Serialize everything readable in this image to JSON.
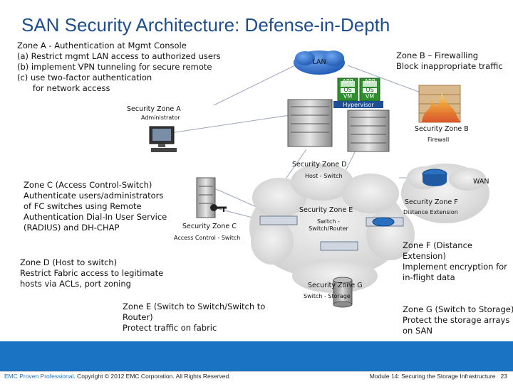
{
  "slide": {
    "title": "SAN Security Architecture: Defense-in-Depth",
    "zone_a_desc": "Zone A - Authentication at Mgmt Console\n(a) Restrict mgmt LAN access to authorized users\n(b) implement VPN tunneling for secure remote\n(c) use two-factor authentication\n      for network access",
    "zone_b_desc": "Zone B – Firewalling\nBlock inappropriate traffic",
    "zone_c_desc": "Zone C (Access Control-Switch)\nAuthenticate users/administrators\nof FC switches using Remote\nAuthentication Dial-In User Service\n(RADIUS) and DH-CHAP",
    "zone_d_desc": "Zone D (Host to switch)\nRestrict Fabric access to legitimate\nhosts via ACLs, port zoning",
    "zone_e_desc": "Zone E (Switch to Switch/Switch to\nRouter)\nProtect traffic on fabric",
    "zone_f_desc": "Zone F (Distance\nExtension)\nImplement encryption for\nin-flight data",
    "zone_g_desc": "Zone G (Switch to Storage)\nProtect the storage arrays\non SAN"
  },
  "diagram": {
    "lan": "LAN",
    "wan": "WAN",
    "vm1": "VM",
    "vm2": "VM",
    "app1": "APP",
    "app2": "APP",
    "os1": "OS",
    "os2": "OS",
    "hypervisor": "Hypervisor",
    "zone_a_label": "Security Zone A",
    "zone_a_sub": "Administrator",
    "zone_b_label": "Security Zone B",
    "zone_b_sub": "Firewall",
    "zone_c_label": "Security Zone C",
    "zone_c_sub": "Access Control - Switch",
    "zone_d_label": "Security Zone D",
    "zone_d_sub": "Host - Switch",
    "zone_e_label": "Security Zone E",
    "zone_e_sub": "Switch -\nSwitch/Router",
    "zone_f_label": "Security Zone F",
    "zone_f_sub": "Distance Extension",
    "zone_g_label": "Security Zone G",
    "zone_g_sub": "Switch - Storage"
  },
  "footer": {
    "brand": "EMC Proven Professional",
    "copyright": ". Copyright © 2012 EMC Corporation. All Rights Reserved.",
    "module": "Module 14: Securing the Storage Infrastructure",
    "page": "23"
  },
  "colors": {
    "title": "#1f4e8c",
    "band": "#1b73c4",
    "cloud": "#dcdcdc",
    "lan_cloud": "#2f6fc7"
  }
}
